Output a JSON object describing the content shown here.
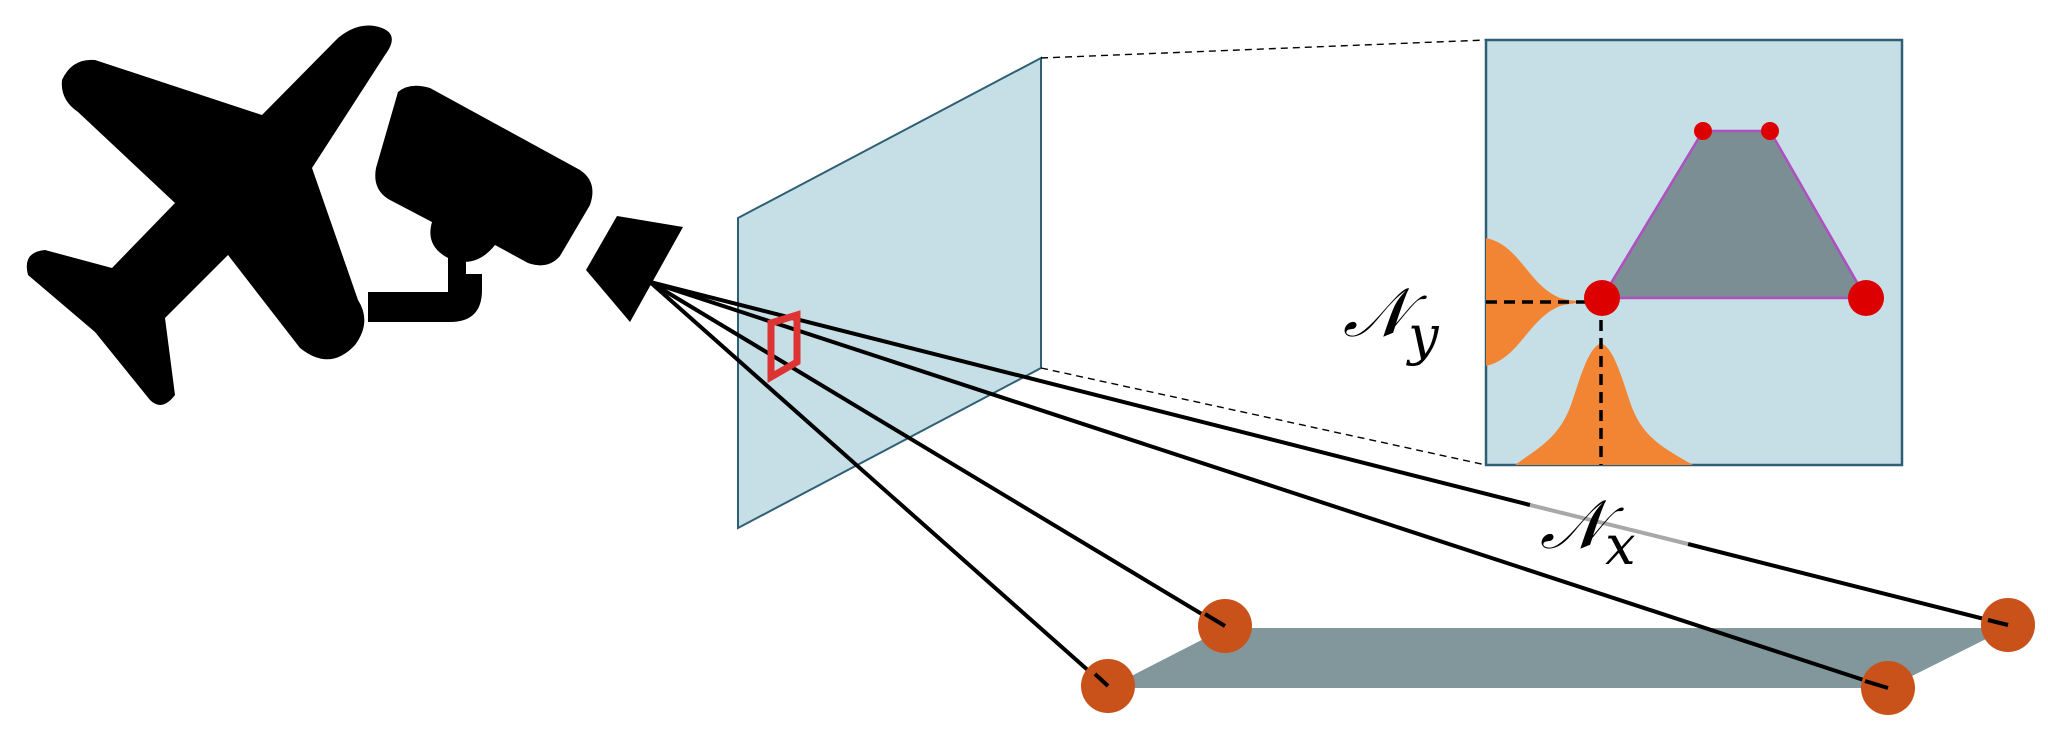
{
  "labels": {
    "n_y": {
      "sym": "𝒩",
      "sub": "y"
    },
    "n_x": {
      "sym": "𝒩",
      "sub": "x"
    }
  },
  "colors": {
    "plane_fill": "#c6dfe6",
    "plane_stroke": "#2e5f74",
    "ground_fill": "#81979b",
    "keypoint_fill": "#c9511a",
    "gaussian_fill": "#f28533",
    "inset_polygon_fill": "#7b8e93",
    "inset_polygon_stroke": "#b04fc0",
    "inset_point_fill": "#dd0000",
    "projection_box_stroke": "#dd3333",
    "ray_color": "#000000",
    "icon_color": "#000000"
  },
  "icons": [
    "airplane-icon",
    "security-camera-icon"
  ]
}
